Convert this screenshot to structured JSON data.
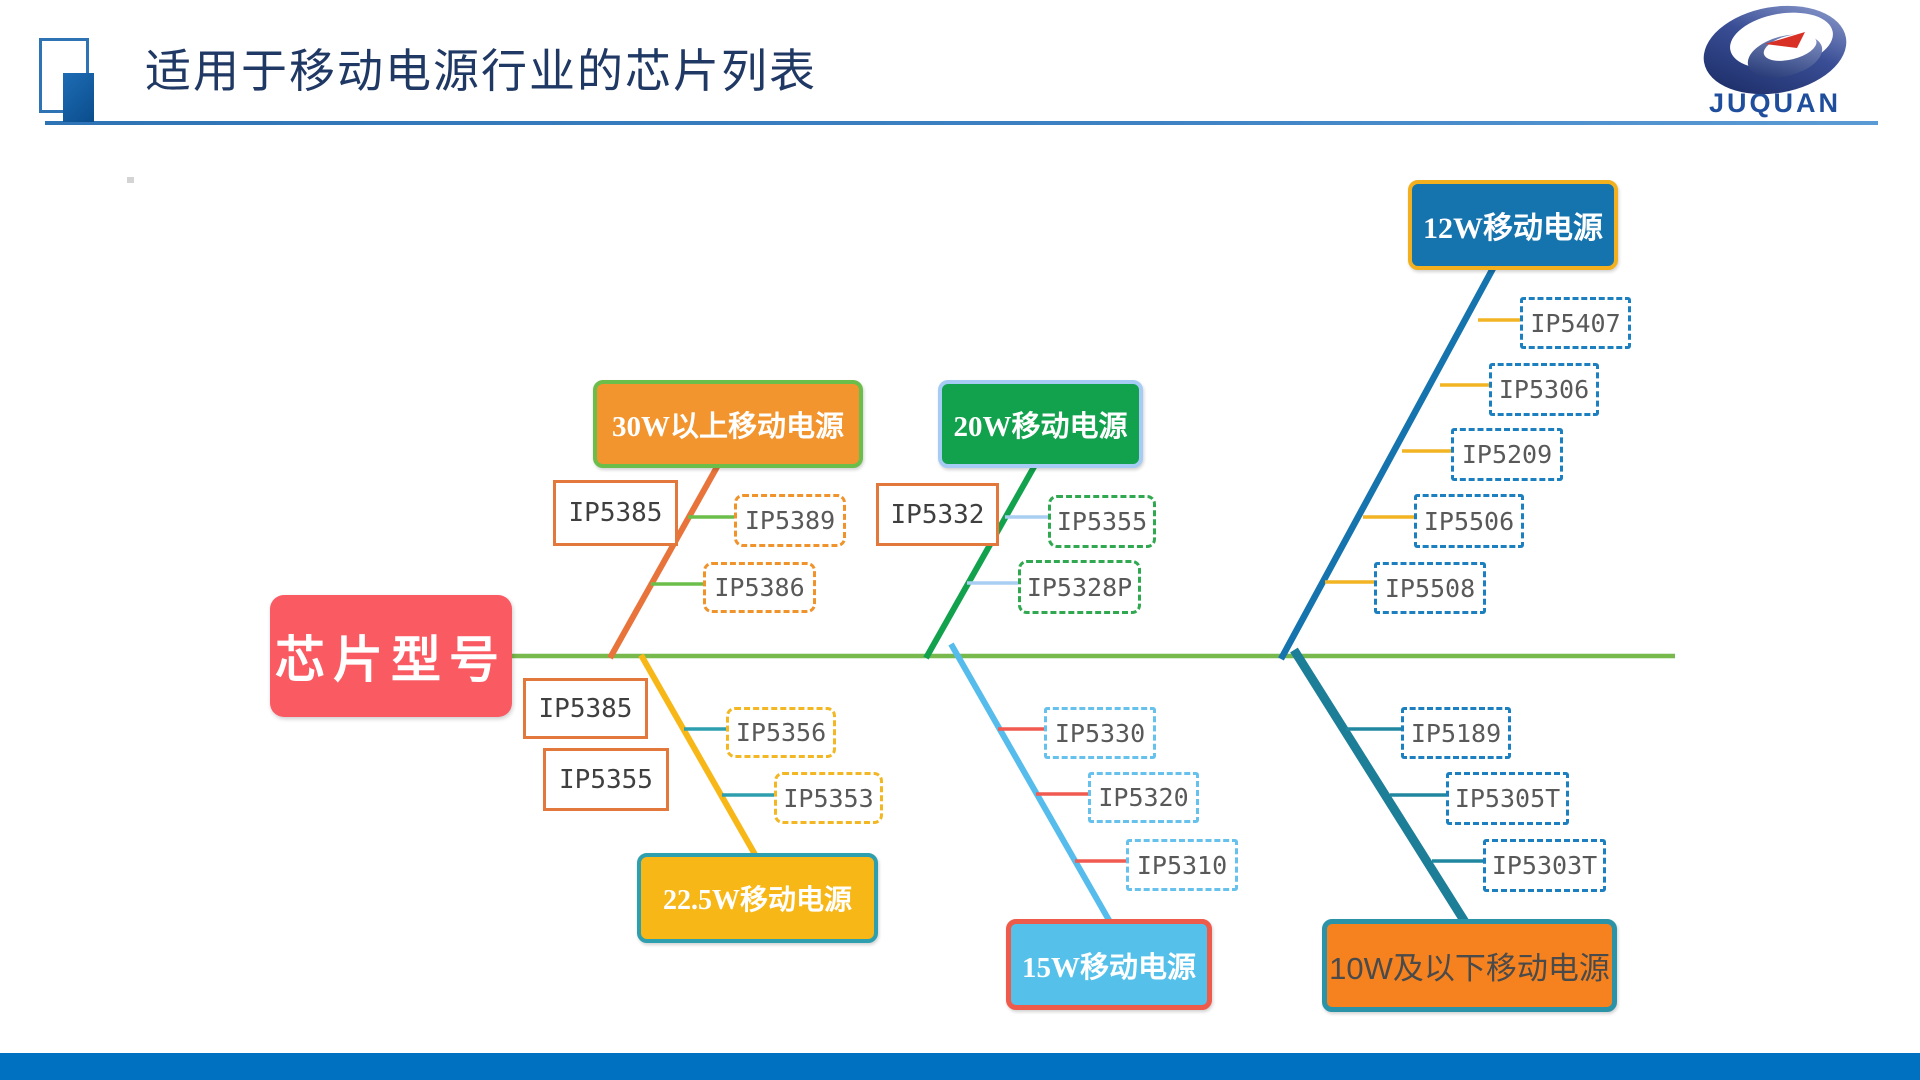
{
  "header": {
    "title": "适用于移动电源行业的芯片列表",
    "logo_text": "JUQUAN"
  },
  "fishbone": {
    "root": {
      "label": "芯片型号"
    },
    "categories": [
      {
        "key": "30w",
        "label": "30W以上移动电源"
      },
      {
        "key": "20w",
        "label": "20W移动电源"
      },
      {
        "key": "12w",
        "label": "12W移动电源"
      },
      {
        "key": "22_5w",
        "label": "22.5W移动电源"
      },
      {
        "key": "15w",
        "label": "15W移动电源"
      },
      {
        "key": "10w",
        "label": "10W及以下移动电源"
      }
    ],
    "solid_labels": [
      {
        "text": "IP5385"
      },
      {
        "text": "IP5332"
      },
      {
        "text": "IP5385"
      },
      {
        "text": "IP5355"
      }
    ],
    "chips": [
      {
        "text": "IP5389"
      },
      {
        "text": "IP5386"
      },
      {
        "text": "IP5355"
      },
      {
        "text": "IP5328P"
      },
      {
        "text": "IP5407"
      },
      {
        "text": "IP5306"
      },
      {
        "text": "IP5209"
      },
      {
        "text": "IP5506"
      },
      {
        "text": "IP5508"
      },
      {
        "text": "IP5356"
      },
      {
        "text": "IP5353"
      },
      {
        "text": "IP5330"
      },
      {
        "text": "IP5320"
      },
      {
        "text": "IP5310"
      },
      {
        "text": "IP5189"
      },
      {
        "text": "IP5305T"
      },
      {
        "text": "IP5303T"
      }
    ],
    "colors": {
      "spine": "#77B94C",
      "branch_30w": "#E8743B",
      "branch_22_5w": "#F7B717",
      "branch_20w": "#12A24D",
      "branch_15w": "#55BCEC",
      "branch_12w": "#1573AE",
      "branch_10w": "#1C7E97",
      "root_fill": "#FA5A62",
      "title_text": "#1F3864",
      "footer_bar": "#0070C0"
    }
  }
}
